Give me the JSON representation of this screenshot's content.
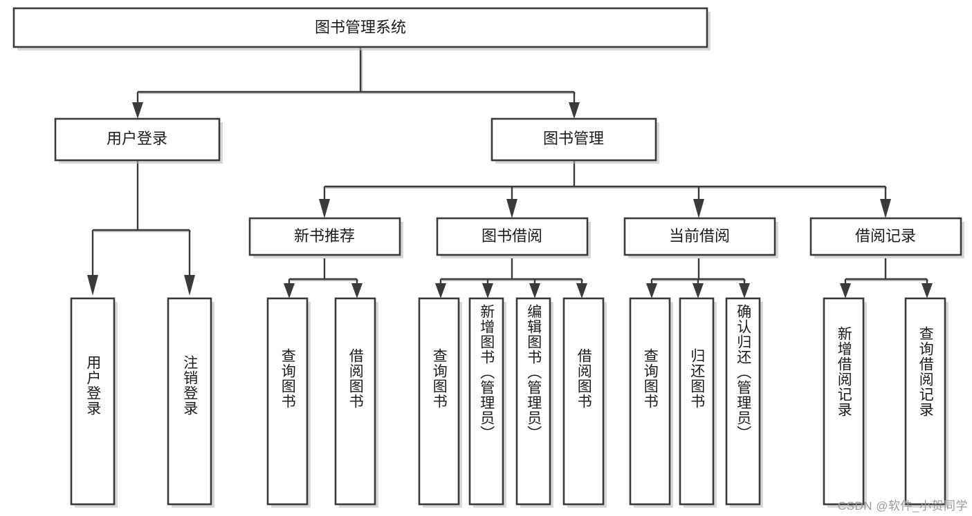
{
  "diagram": {
    "title": "图书管理系统",
    "root": {
      "label": "图书管理系统"
    },
    "level2": [
      {
        "label": "用户登录"
      },
      {
        "label": "图书管理"
      }
    ],
    "level3": [
      {
        "label": "新书推荐"
      },
      {
        "label": "图书借阅"
      },
      {
        "label": "当前借阅"
      },
      {
        "label": "借阅记录"
      }
    ],
    "leaves": [
      {
        "label": "用户登录",
        "parent": "用户登录"
      },
      {
        "label": "注销登录",
        "parent": "用户登录"
      },
      {
        "label": "查询图书",
        "parent": "新书推荐"
      },
      {
        "label": "借阅图书",
        "parent": "新书推荐"
      },
      {
        "label": "查询图书",
        "parent": "图书借阅"
      },
      {
        "label": "新增图书（管理员）",
        "parent": "图书借阅"
      },
      {
        "label": "编辑图书（管理员）",
        "parent": "图书借阅"
      },
      {
        "label": "借阅图书",
        "parent": "图书借阅"
      },
      {
        "label": "查询图书",
        "parent": "当前借阅"
      },
      {
        "label": "归还图书",
        "parent": "当前借阅"
      },
      {
        "label": "确认归还（管理员）",
        "parent": "当前借阅"
      },
      {
        "label": "新增借阅记录",
        "parent": "借阅记录"
      },
      {
        "label": "查询借阅记录",
        "parent": "借阅记录"
      }
    ],
    "colors": {
      "stroke": "#3a3a3a",
      "fill": "#ffffff",
      "text": "#1b1b1b",
      "shadow": "#b8b8b8",
      "watermark": "#9a9a9a"
    }
  },
  "watermark": {
    "text": "CSDN @软件_小贺同学"
  }
}
